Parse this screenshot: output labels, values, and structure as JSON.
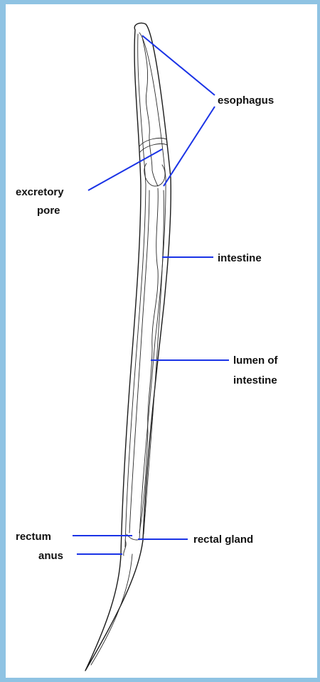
{
  "labels": {
    "esophagus": "esophagus",
    "excretory_pore_line1": "excretory",
    "excretory_pore_line2": "pore",
    "intestine": "intestine",
    "lumen_line1": "lumen of",
    "lumen_line2": "intestine",
    "rectum": "rectum",
    "anus": "anus",
    "rectal_gland": "rectal gland"
  },
  "colors": {
    "border": "#8fc3e3",
    "leader": "#1a33e6",
    "ink": "#1a1a1a"
  }
}
